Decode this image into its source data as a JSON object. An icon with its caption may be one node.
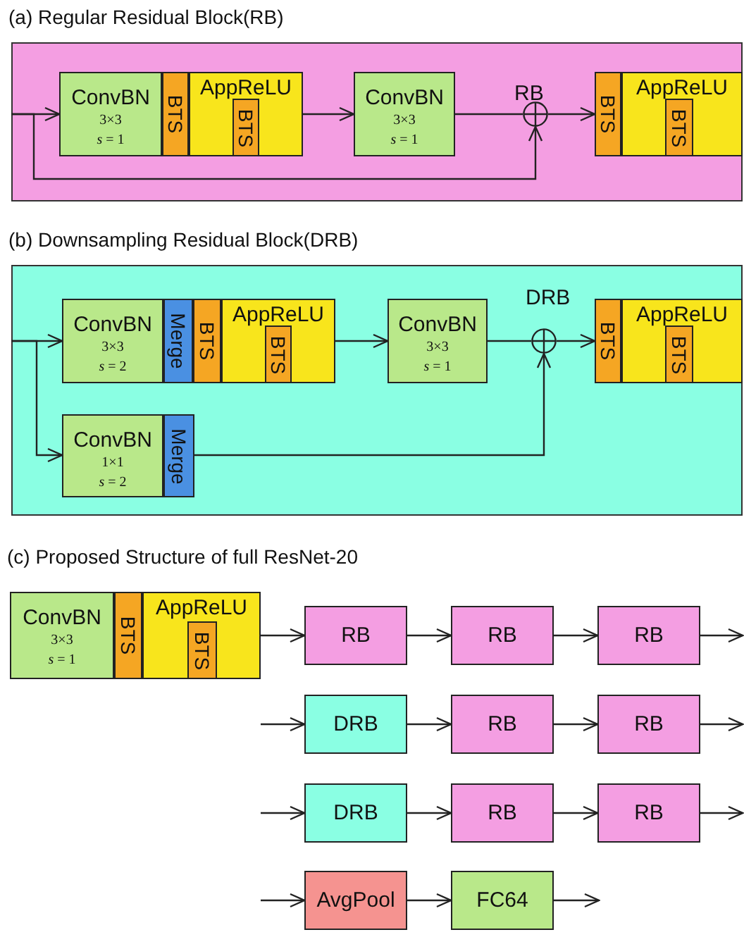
{
  "diagram": {
    "nodes": [
      {
        "text": [
          "(a) Regular Residual Block(RB)",
          "RB"
        ]
      },
      {
        "text": [
          "ConvBN",
          "3×3",
          "*s* = 1"
        ],
        "in": 0
      },
      {
        "text": [
          "BTS"
        ],
        "in": 0
      },
      {
        "text": [
          "AppReLU"
        ],
        "in": 0
      },
      {
        "text": [
          "BTS"
        ],
        "in": 3
      },
      {
        "text": [
          "ConvBN",
          "3×3",
          "*s* = 1"
        ],
        "in": 0
      },
      {
        "text": [],
        "shape": "circle",
        "in": 0
      },
      {
        "text": [
          "BTS"
        ],
        "in": 0
      },
      {
        "text": [
          "AppReLU"
        ],
        "in": 0
      },
      {
        "text": [
          "BTS"
        ],
        "in": 8
      },
      {
        "text": [
          "(b) Downsampling Residual Block(DRB)",
          "DRB"
        ]
      },
      {
        "text": [
          "ConvBN",
          "3×3",
          "*s* = 2"
        ],
        "in": 10
      },
      {
        "text": [
          "Merge"
        ],
        "in": 10
      },
      {
        "text": [
          "BTS"
        ],
        "in": 10
      },
      {
        "text": [
          "AppReLU"
        ],
        "in": 10
      },
      {
        "text": [
          "BTS"
        ],
        "in": 14
      },
      {
        "text": [
          "ConvBN",
          "3×3",
          "*s* = 1"
        ],
        "in": 10
      },
      {
        "text": [],
        "shape": "circle",
        "in": 10
      },
      {
        "text": [
          "BTS"
        ],
        "in": 10
      },
      {
        "text": [
          "AppReLU"
        ],
        "in": 10
      },
      {
        "text": [
          "BTS"
        ],
        "in": 19
      },
      {
        "text": [
          "ConvBN",
          "1×1",
          "*s* = 2"
        ],
        "in": 10
      },
      {
        "text": [
          "Merge"
        ],
        "in": 10
      },
      {
        "text": [
          "ConvBN",
          "3×3",
          "*s* = 1"
        ]
      },
      {
        "text": [
          "BTS"
        ]
      },
      {
        "text": [
          "AppReLU"
        ]
      },
      {
        "text": [
          "BTS"
        ],
        "in": 25
      },
      {
        "text": [
          "RB"
        ]
      },
      {
        "text": [
          "RB"
        ]
      },
      {
        "text": [
          "RB"
        ]
      },
      {
        "text": [
          "DRB"
        ]
      },
      {
        "text": [
          "RB"
        ]
      },
      {
        "text": [
          "RB"
        ]
      },
      {
        "text": [
          "DRB"
        ]
      },
      {
        "text": [
          "RB"
        ]
      },
      {
        "text": [
          "RB"
        ]
      },
      {
        "text": [
          "AvgPool"
        ]
      },
      {
        "text": [
          "FC64"
        ]
      }
    ],
    "edges": [
      {
        "from": null,
        "to": 1,
        "arrow": "to"
      },
      {
        "from": null,
        "to": 6,
        "arrow": "to"
      },
      {
        "from": 3,
        "to": 5,
        "arrow": "to"
      },
      {
        "from": 5,
        "to": 6,
        "arrow": "none"
      },
      {
        "from": 6,
        "to": 7,
        "arrow": "to"
      },
      {
        "from": null,
        "to": 11,
        "arrow": "to"
      },
      {
        "from": null,
        "to": 21,
        "arrow": "to"
      },
      {
        "from": 14,
        "to": 16,
        "arrow": "to"
      },
      {
        "from": 16,
        "to": 17,
        "arrow": "none"
      },
      {
        "from": 22,
        "to": 17,
        "arrow": "to"
      },
      {
        "from": 17,
        "to": 18,
        "arrow": "to"
      },
      {
        "from": 25,
        "to": 27,
        "arrow": "to"
      },
      {
        "from": 27,
        "to": 28,
        "arrow": "to"
      },
      {
        "from": 28,
        "to": 29,
        "arrow": "to"
      },
      {
        "from": 29,
        "to": null,
        "arrow": "to"
      },
      {
        "from": null,
        "to": 30,
        "arrow": "to"
      },
      {
        "from": 30,
        "to": 31,
        "arrow": "to"
      },
      {
        "from": 31,
        "to": 32,
        "arrow": "to"
      },
      {
        "from": 32,
        "to": null,
        "arrow": "to"
      },
      {
        "from": null,
        "to": 33,
        "arrow": "to"
      },
      {
        "from": 33,
        "to": 34,
        "arrow": "to"
      },
      {
        "from": 34,
        "to": 35,
        "arrow": "to"
      },
      {
        "from": 35,
        "to": null,
        "arrow": "to"
      },
      {
        "from": null,
        "to": 36,
        "arrow": "to"
      },
      {
        "from": 36,
        "to": 37,
        "arrow": "to"
      },
      {
        "from": 37,
        "to": null,
        "arrow": "to"
      }
    ],
    "labels": [
      "(c) Proposed Structure of full ResNet-20"
    ]
  }
}
